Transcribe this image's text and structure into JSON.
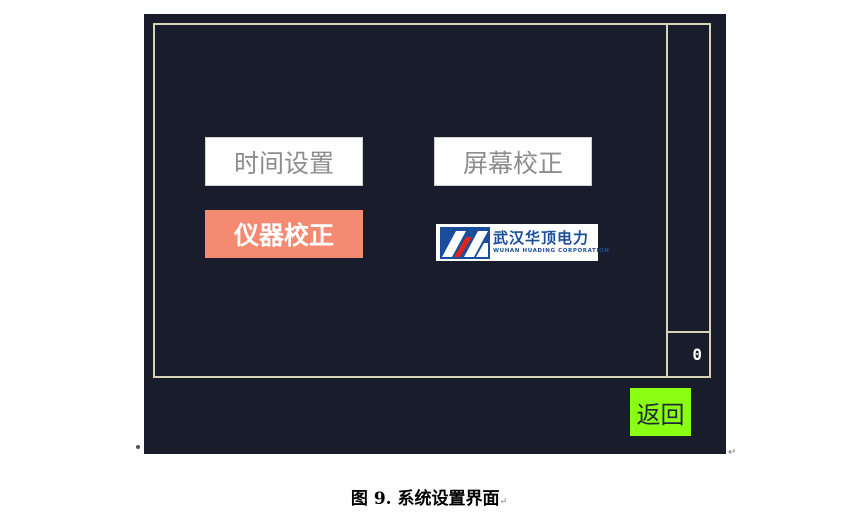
{
  "screen": {
    "buttons": {
      "time_setting": "时间设置",
      "screen_calibration": "屏幕校正",
      "instrument_calibration": "仪器校正",
      "back": "返回"
    },
    "counter_value": "0",
    "logo": {
      "name_cn": "武汉华顶电力",
      "name_en": "WUHAN HUADING CORPORATION",
      "icon": "huading-logo-icon"
    }
  },
  "caption": "图 9. 系统设置界面",
  "colors": {
    "screen_bg": "#181c2b",
    "frame_border": "#d8d3b8",
    "highlight_button": "#f58a72",
    "back_button": "#8aff14",
    "logo_blue": "#1a4e9a",
    "logo_red": "#e1251b"
  }
}
